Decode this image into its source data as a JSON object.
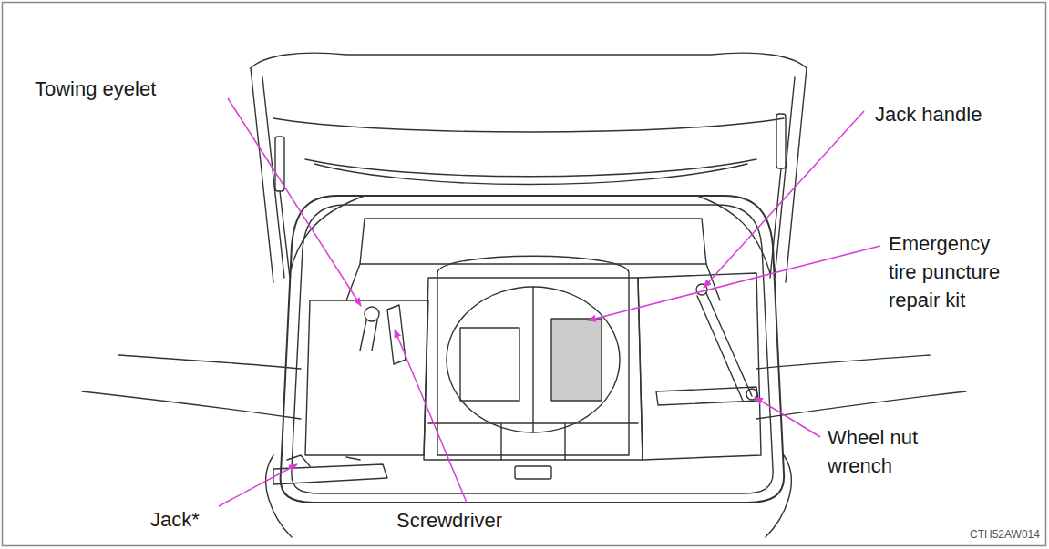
{
  "diagram": {
    "labels": [
      "Towing eyelet",
      "Jack handle",
      "Emergency tire puncture repair kit",
      "Jack*",
      "Screwdriver",
      "Wheel nut wrench",
      "CTH52AW014"
    ]
  }
}
